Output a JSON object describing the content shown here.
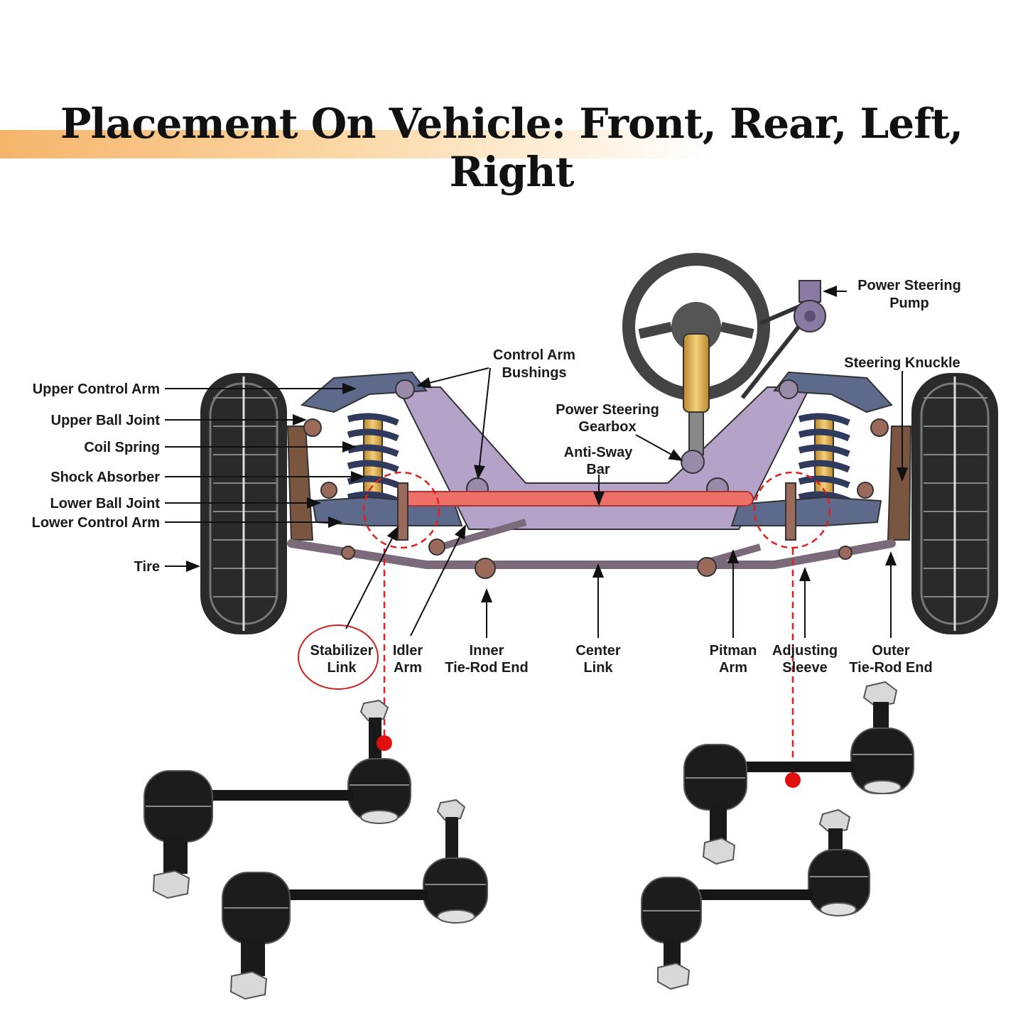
{
  "title": "Placement On Vehicle: Front, Rear, Left, Right",
  "colors": {
    "frame": "#b4a2c8",
    "control_arm": "#5d6a8c",
    "sway_bar": "#ee6f66",
    "tire": "#2a2a2a",
    "highlight": "#e02020",
    "title_band": "#f6b46a"
  },
  "labels": {
    "upper_control_arm": "Upper Control Arm",
    "upper_ball_joint": "Upper Ball Joint",
    "coil_spring": "Coil Spring",
    "shock_absorber": "Shock Absorber",
    "lower_ball_joint": "Lower Ball Joint",
    "lower_control_arm": "Lower Control Arm",
    "tire": "Tire",
    "control_arm_bushings": [
      "Control Arm",
      "Bushings"
    ],
    "power_steering_gearbox": [
      "Power Steering",
      "Gearbox"
    ],
    "anti_sway_bar": [
      "Anti-Sway",
      "Bar"
    ],
    "power_steering_pump": [
      "Power Steering",
      "Pump"
    ],
    "steering_knuckle": "Steering Knuckle",
    "stabilizer_link": [
      "Stabilizer",
      "Link"
    ],
    "idler_arm": [
      "Idler",
      "Arm"
    ],
    "inner_tie_rod_end": [
      "Inner",
      "Tie-Rod End"
    ],
    "center_link": [
      "Center",
      "Link"
    ],
    "pitman_arm": [
      "Pitman",
      "Arm"
    ],
    "adjusting_sleeve": [
      "Adjusting",
      "Sleeve"
    ],
    "outer_tie_rod_end": [
      "Outer",
      "Tie-Rod End"
    ]
  }
}
